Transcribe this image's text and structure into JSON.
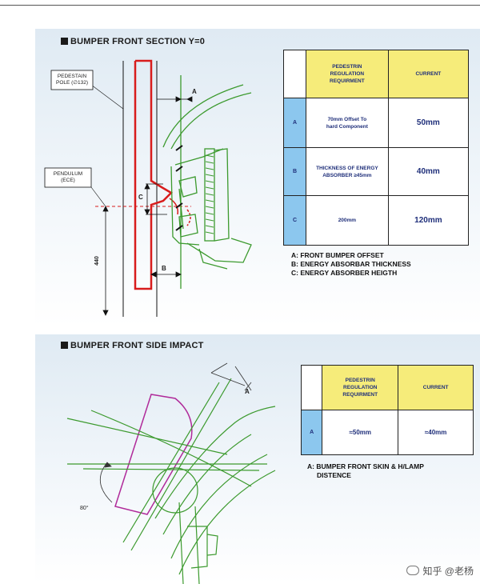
{
  "slide1": {
    "title": "BUMPER FRONT SECTION Y=0",
    "labels": {
      "pole_line1": "PEDESTAIN",
      "pole_line2": "POLE (∅132)",
      "pendulum_line1": "PENDULUM",
      "pendulum_line2": "(ECE)",
      "dim_a": "A",
      "dim_b": "B",
      "dim_c": "C",
      "dim_height": "440"
    },
    "table": {
      "header_req": "PEDESTRIN REGULATION REQUIRMENT",
      "header_current": "CURRENT",
      "rows": [
        {
          "label": "A",
          "req": "70mm Offset To hard Component",
          "current": "50mm"
        },
        {
          "label": "B",
          "req": "THICKNESS OF ENERGY ABSORBER ≥45mm",
          "current": "40mm"
        },
        {
          "label": "C",
          "req": "200mm",
          "current": "120mm"
        }
      ]
    },
    "notes": [
      "A: FRONT BUMPER OFFSET",
      "B: ENERGY ABSORBAR THICKNESS",
      "C: ENERGY ABSORBER HEIGTH"
    ]
  },
  "slide2": {
    "title": "BUMPER FRONT SIDE IMPACT",
    "labels": {
      "dim_a": "A",
      "angle": "80°"
    },
    "table": {
      "header_req": "PEDESTRIN REGULATION REQUIRMENT",
      "header_current": "CURRENT",
      "rows": [
        {
          "label": "A",
          "req": "≈50mm",
          "current": "≈40mm"
        }
      ]
    },
    "notes": [
      "A: BUMPER FRONT SKIN & H/LAMP",
      "DISTENCE"
    ]
  },
  "watermark": "知乎 @老杨",
  "colors": {
    "header_yellow": "#f6ec7a",
    "row_blue": "#8cc7ee",
    "text_navy": "#1f2f7a",
    "drawing_red": "#d81c1c",
    "drawing_green": "#3c9a2e",
    "drawing_magenta": "#b02a9a"
  }
}
